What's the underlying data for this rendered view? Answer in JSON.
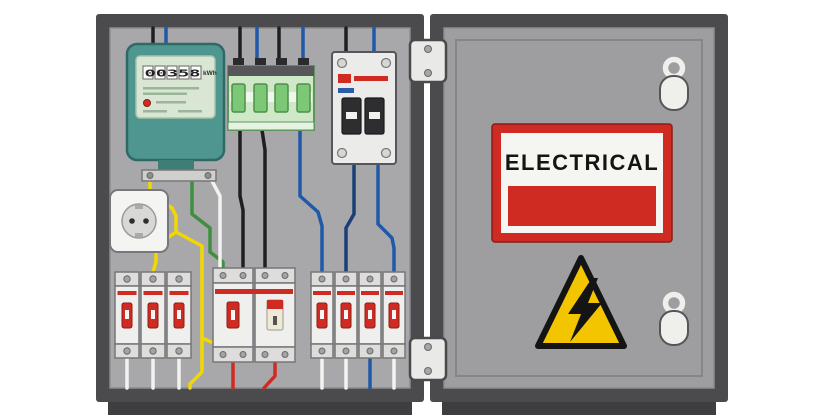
{
  "scene": {
    "door": {
      "sign_text": "ELECTRICAL"
    },
    "meter": {
      "display_digits": "00358",
      "unit_label": "kWh"
    },
    "icons": {
      "door_warning": "lightning-bolt-triangle",
      "door_latch": "padlock-handle"
    },
    "colors": {
      "frame_dark": "#4b4b4d",
      "panel_gray": "#a8a8aa",
      "door_gray": "#9e9ea0",
      "meter_teal": "#4e968f",
      "meter_face": "#d9e6d4",
      "module_green": "#cfe9c8",
      "toggle_green": "#7dc877",
      "sign_red": "#cf2b22",
      "sign_white": "#f5f5f1",
      "warning_yellow": "#f3c500",
      "breaker_body": "#efefed",
      "breaker_red": "#cf2b22",
      "wire_black": "#1f1f21",
      "wire_blue": "#2059a8",
      "wire_navy": "#1b3f77",
      "wire_yellow": "#f0d800",
      "wire_green": "#3f8f3f",
      "wire_red": "#cf2b22",
      "wire_white": "#f2f2f0"
    }
  }
}
